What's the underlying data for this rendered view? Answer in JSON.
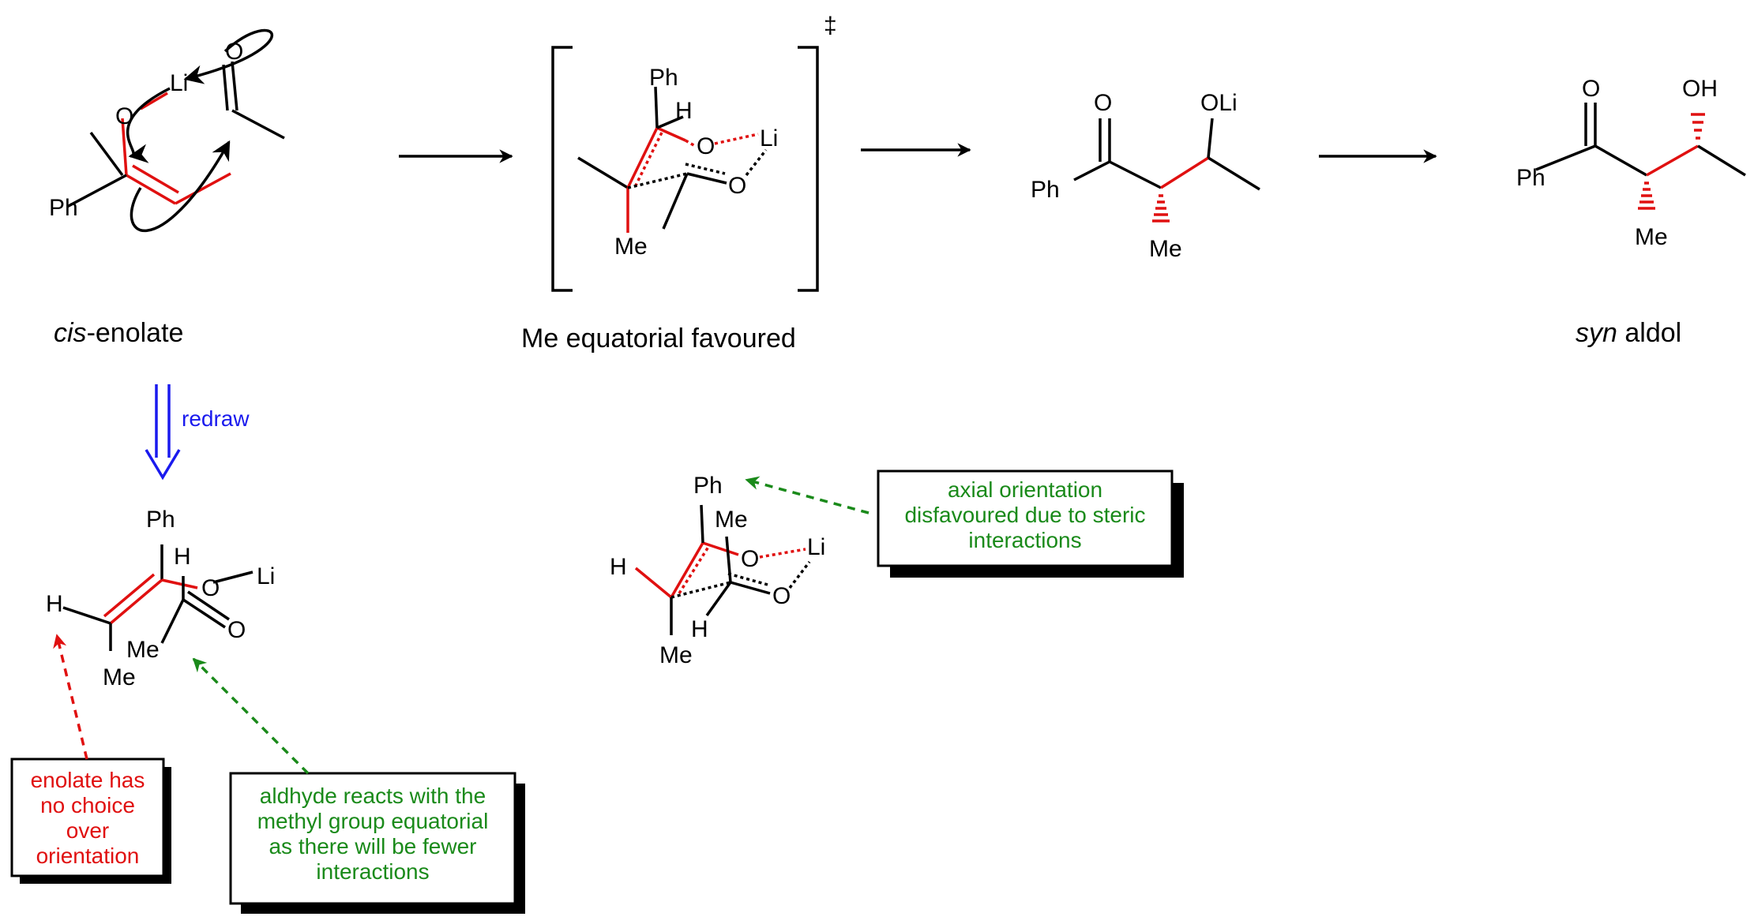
{
  "colors": {
    "bond_red": "#e01010",
    "note_green": "#1a8a1a",
    "note_red": "#e01010",
    "redraw_blue": "#1a1aee"
  },
  "atoms": {
    "enolate": {
      "li": "Li",
      "o_enolate": "O",
      "o_aldehyde": "O",
      "ph": "Ph"
    },
    "ts": {
      "dagger": "‡",
      "ph": "Ph",
      "h": "H",
      "o1": "O",
      "li": "Li",
      "o2": "O",
      "me": "Me"
    },
    "alkoxide": {
      "o_ketone": "O",
      "oli": "OLi",
      "ph": "Ph",
      "me": "Me"
    },
    "aldol": {
      "o_ketone": "O",
      "oh": "OH",
      "ph": "Ph",
      "me": "Me"
    },
    "redrawn": {
      "ph": "Ph",
      "h_top": "H",
      "o": "O",
      "li": "Li",
      "h_left": "H",
      "o_carbonyl": "O",
      "me_1": "Me",
      "me_2": "Me"
    },
    "axial_ts": {
      "ph": "Ph",
      "me": "Me",
      "o1": "O",
      "li": "Li",
      "h_left": "H",
      "o2": "O",
      "h_bottom": "H",
      "me_bottom": "Me"
    }
  },
  "captions": {
    "enolate_prefix": "cis",
    "enolate_suffix": "-enolate",
    "ts": "Me equatorial favoured",
    "product_prefix": "syn",
    "product_suffix": " aldol"
  },
  "redraw_label": "redraw",
  "notes": {
    "enolate": [
      "enolate has",
      "no choice",
      "over",
      "orientation"
    ],
    "aldehyde": [
      "aldhyde reacts with the",
      "methyl group equatorial",
      "as there will be fewer",
      "interactions"
    ],
    "axial": [
      "axial orientation",
      "disfavoured due to steric",
      "interactions"
    ]
  }
}
